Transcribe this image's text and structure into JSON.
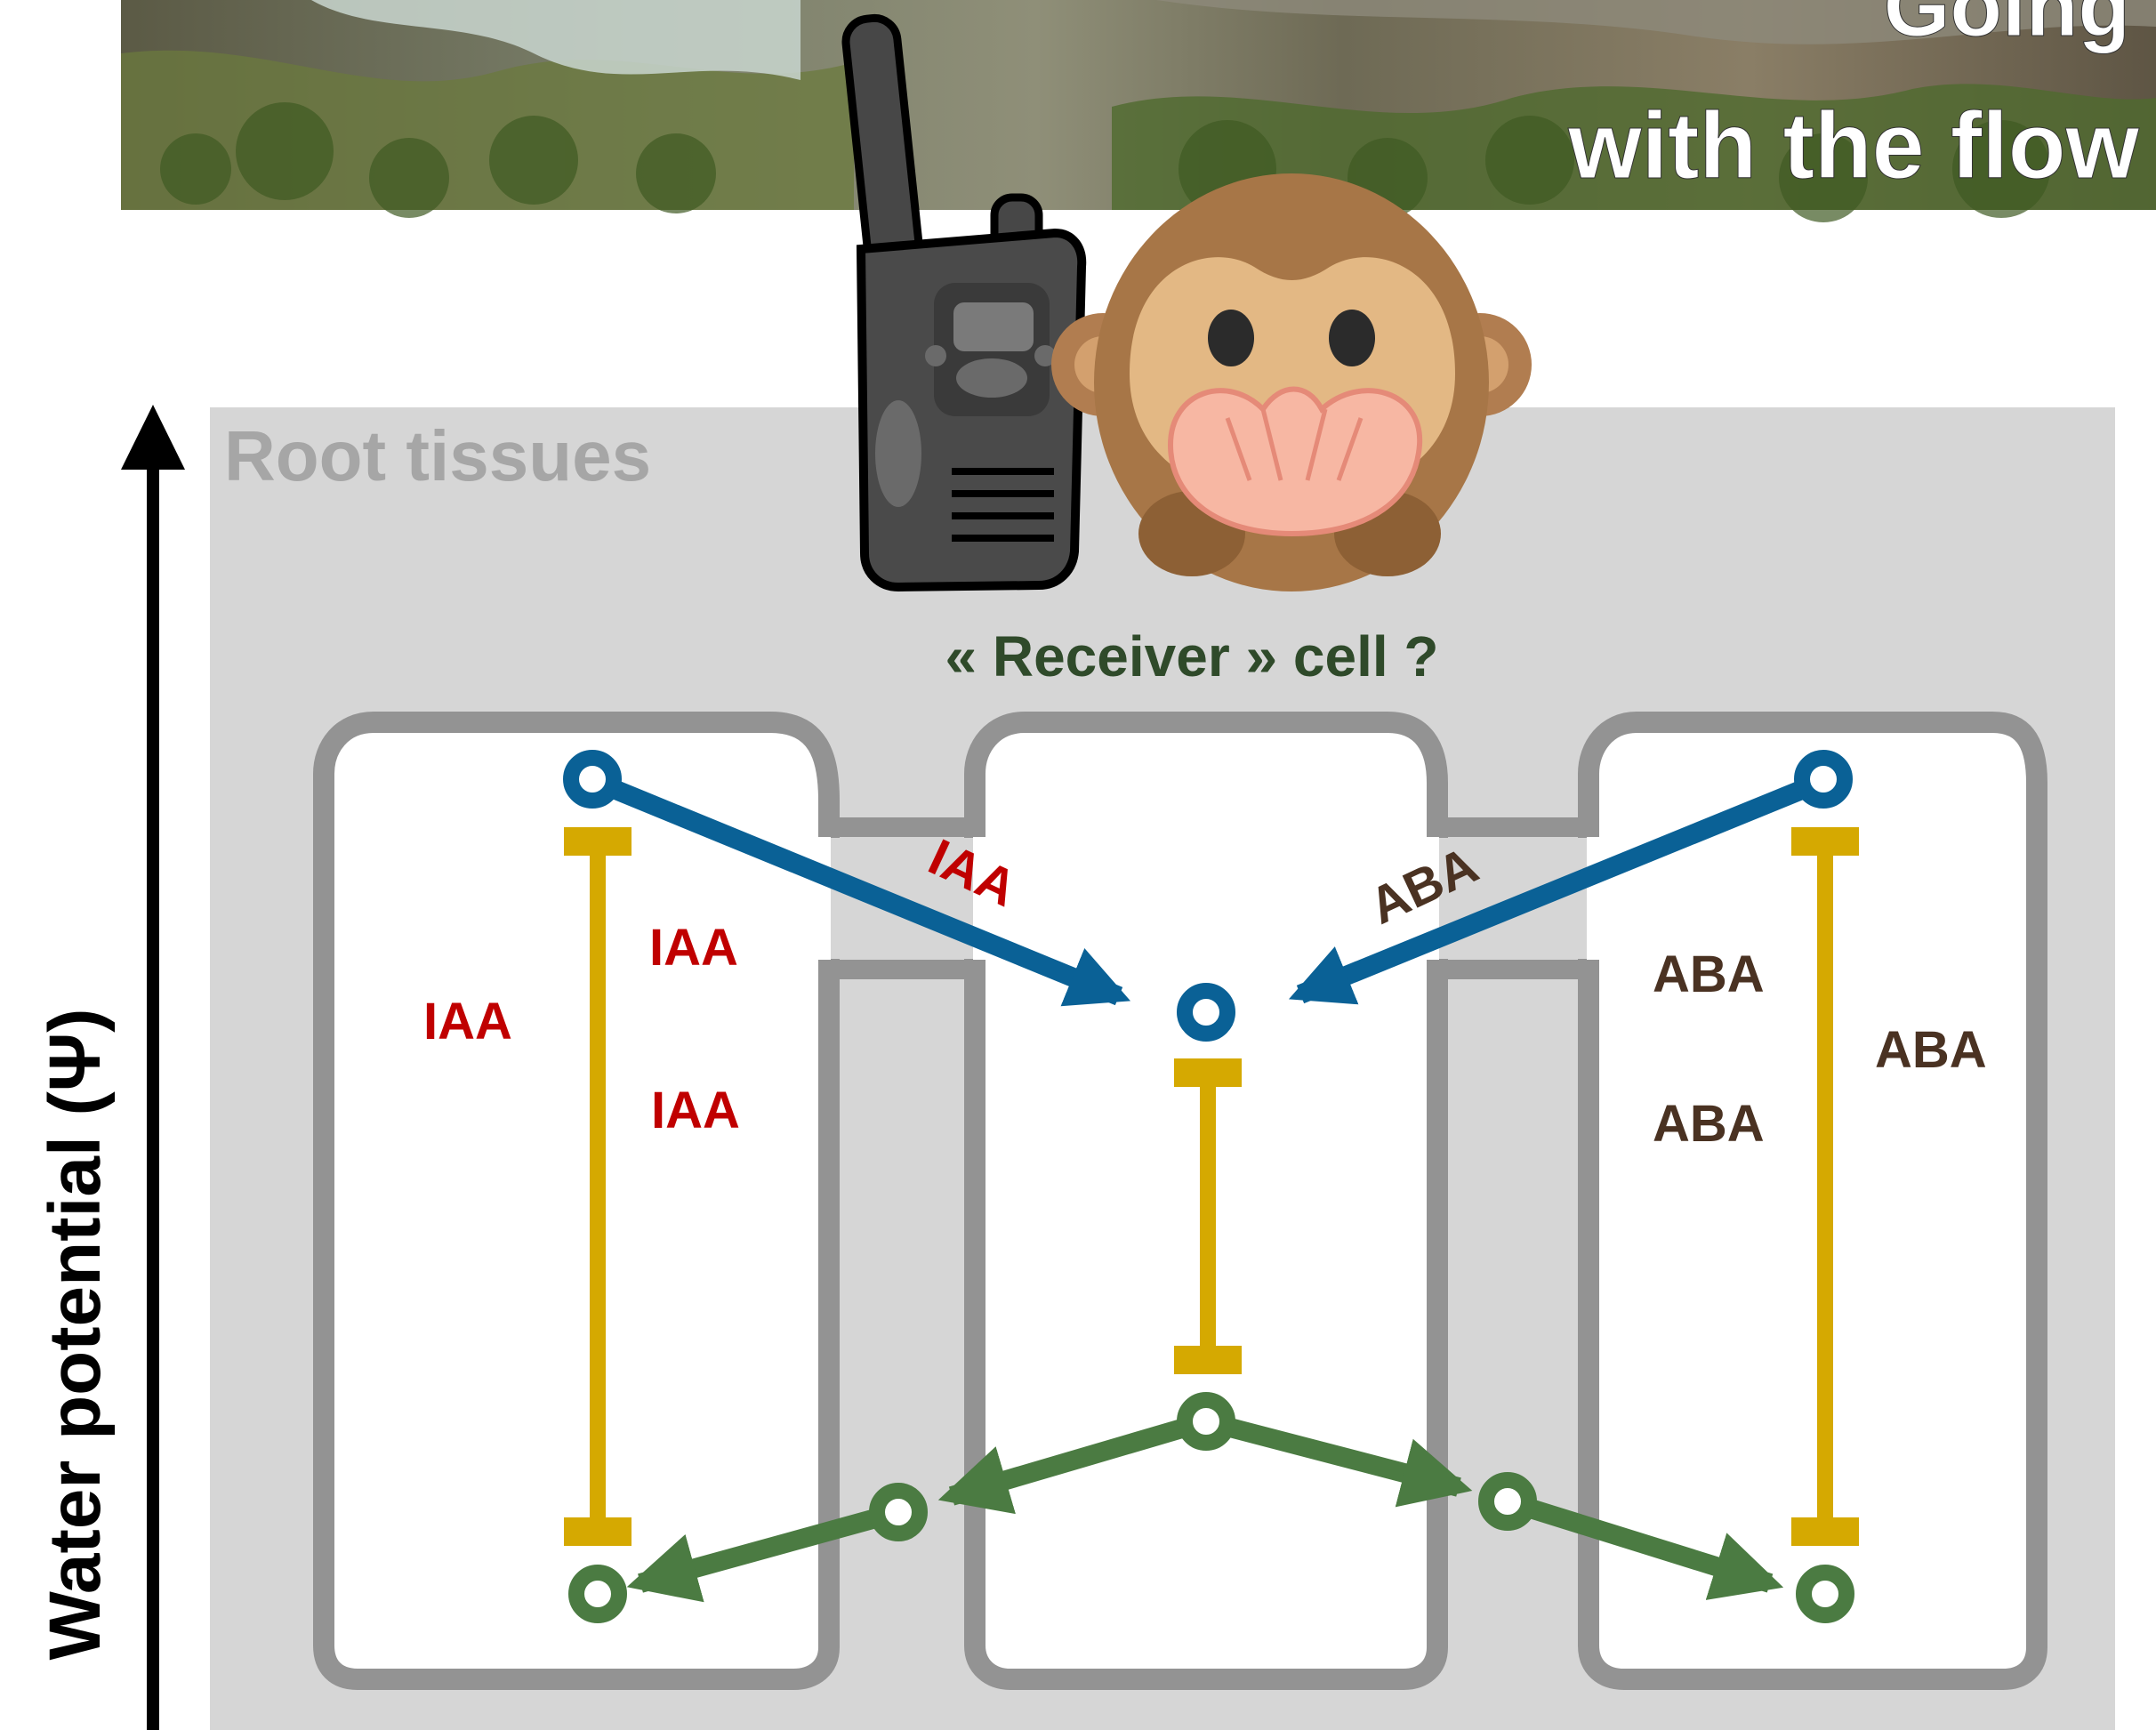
{
  "banner": {
    "title_line1": "Going",
    "title_line2": "with the flow"
  },
  "axis": {
    "label": "Water potential (Ψ)"
  },
  "region": {
    "label": "Root tissues"
  },
  "receiver": {
    "label": "« Receiver » cell ?"
  },
  "hormones": {
    "left_outer": "IAA",
    "left_upper": "IAA",
    "left_lower": "IAA",
    "left_arrow": "IAA",
    "right_outer": "ABA",
    "right_upper": "ABA",
    "right_lower": "ABA",
    "right_arrow": "ABA"
  },
  "colors": {
    "iaa": "#c00000",
    "aba": "#4a3222",
    "blue_arrow": "#0a6196",
    "green_arrow": "#4b7b42",
    "yellow_bar": "#d5a901",
    "cell_wall": "#939393",
    "background_panel": "#d6d6d6",
    "receiver_text": "#2f4a2a"
  },
  "icons": {
    "radio": "walkie-talkie-icon",
    "monkey": "speak-no-evil-monkey-icon"
  }
}
